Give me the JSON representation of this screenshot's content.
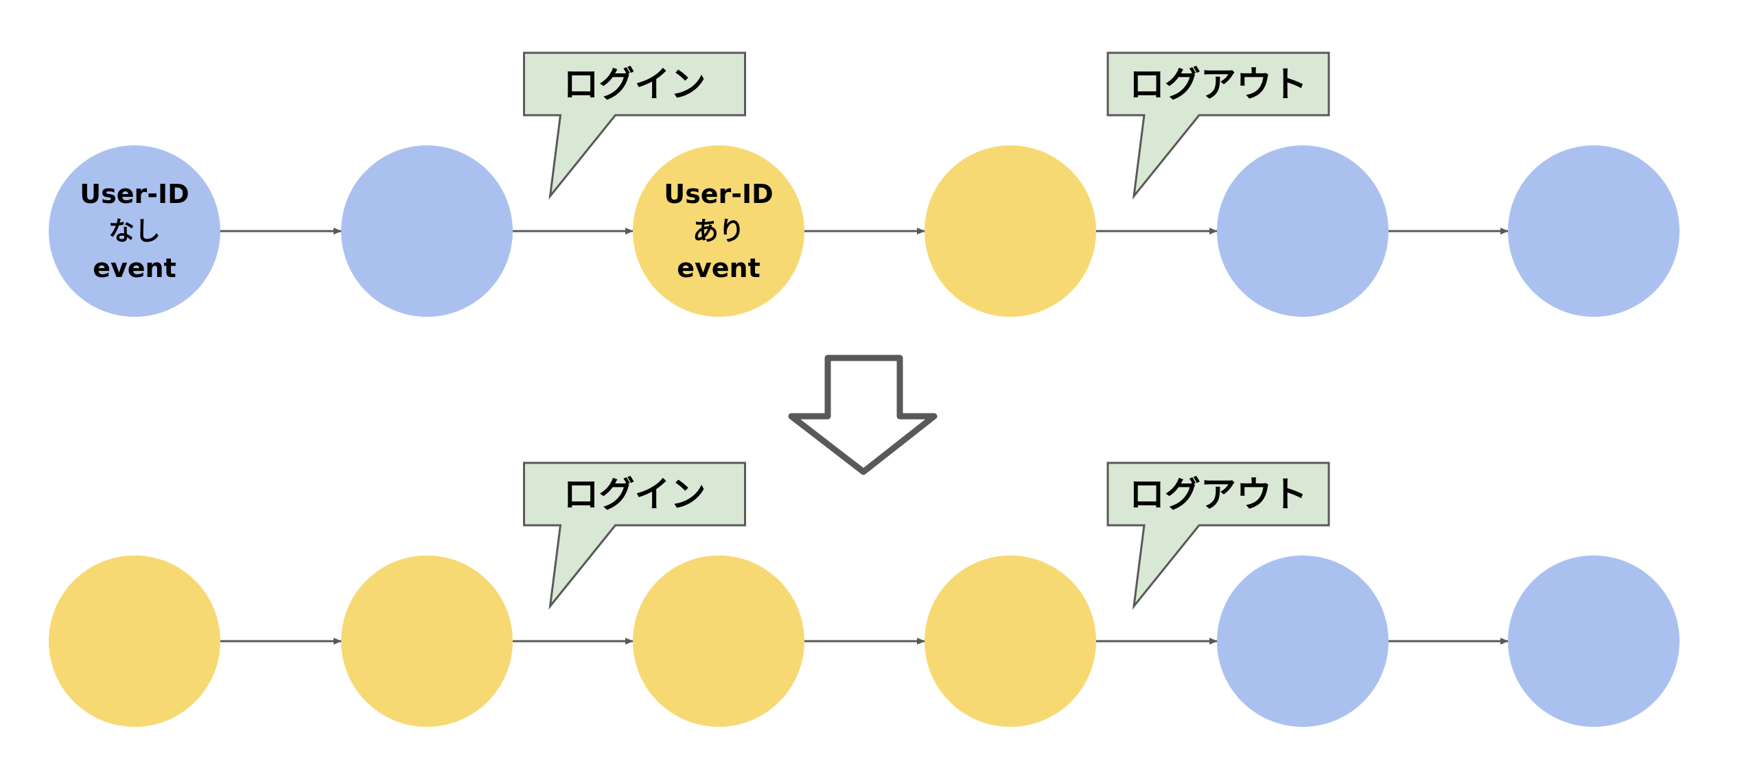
{
  "colors": {
    "without_user_id": "#aac1f0",
    "with_user_id": "#f7d974",
    "callout_fill": "#d9e8d4",
    "callout_stroke": "#595959",
    "arrow": "#595959"
  },
  "rows": [
    {
      "id": "before",
      "nodes": [
        {
          "color": "without_user_id",
          "lines": [
            "User-ID",
            "なし",
            "event"
          ]
        },
        {
          "color": "without_user_id",
          "lines": []
        },
        {
          "color": "with_user_id",
          "lines": [
            "User-ID",
            "あり",
            "event"
          ]
        },
        {
          "color": "with_user_id",
          "lines": []
        },
        {
          "color": "without_user_id",
          "lines": []
        },
        {
          "color": "without_user_id",
          "lines": []
        }
      ],
      "callouts": [
        {
          "label": "ログイン",
          "between": [
            1,
            2
          ]
        },
        {
          "label": "ログアウト",
          "between": [
            3,
            4
          ]
        }
      ]
    },
    {
      "id": "after",
      "nodes": [
        {
          "color": "with_user_id",
          "lines": []
        },
        {
          "color": "with_user_id",
          "lines": []
        },
        {
          "color": "with_user_id",
          "lines": []
        },
        {
          "color": "with_user_id",
          "lines": []
        },
        {
          "color": "without_user_id",
          "lines": []
        },
        {
          "color": "without_user_id",
          "lines": []
        }
      ],
      "callouts": [
        {
          "label": "ログイン",
          "between": [
            1,
            2
          ]
        },
        {
          "label": "ログアウト",
          "between": [
            3,
            4
          ]
        }
      ]
    }
  ],
  "transition_arrow": {
    "direction": "down"
  }
}
